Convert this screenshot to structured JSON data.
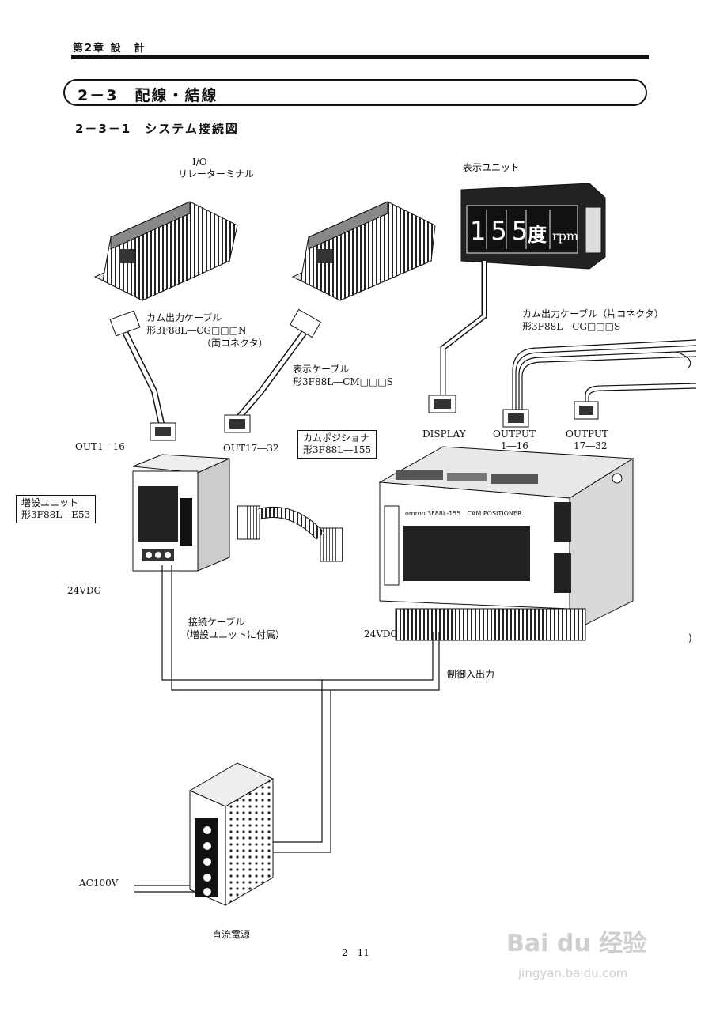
{
  "header": {
    "chapter": "第2章 設　計"
  },
  "section": {
    "title": "2－3　配線・結線"
  },
  "subsection": {
    "title": "2－3－1　システム接続図"
  },
  "labels": {
    "io_relay_line1": "I/O",
    "io_relay_line2": "リレーターミナル",
    "display_unit": "表示ユニット",
    "display_value": "155",
    "display_unit_char": "度",
    "display_rpm": "rpm",
    "cam_cable_both_line1": "カム出力ケーブル",
    "cam_cable_both_line2": "形3F88L―CG□□□N",
    "cam_cable_both_line3": "（両コネクタ）",
    "display_cable_line1": "表示ケーブル",
    "display_cable_line2": "形3F88L―CM□□□S",
    "cam_cable_single_line1": "カム出力ケーブル（片コネクタ）",
    "cam_cable_single_line2": "形3F88L―CG□□□S",
    "out_1_16": "OUT1―16",
    "out_17_32": "OUT17―32",
    "display_port": "DISPLAY",
    "output_1_16_line1": "OUTPUT",
    "output_1_16_line2": "1―16",
    "output_17_32_line1": "OUTPUT",
    "output_17_32_line2": "17―32",
    "cam_positioner_line1": "カムポジショナ",
    "cam_positioner_line2": "形3F88L―155",
    "expansion_unit_line1": "増設ユニット",
    "expansion_unit_line2": "形3F88L―E53",
    "vdc_left": "24VDC",
    "vdc_right": "24VDC",
    "connection_cable_line1": "接続ケーブル",
    "connection_cable_line2": "（増設ユニットに付属）",
    "control_io": "制御入出力",
    "ac100v": "AC100V",
    "dc_power": "直流電源",
    "positioner_brand": "omron",
    "positioner_model": "3F88L-155　CAM POSITIONER",
    "stray_paren": ")"
  },
  "footer": {
    "page_number": "2―11",
    "watermark_brand": "Bai du 经验",
    "watermark_url": "jingyan.baidu.com"
  }
}
